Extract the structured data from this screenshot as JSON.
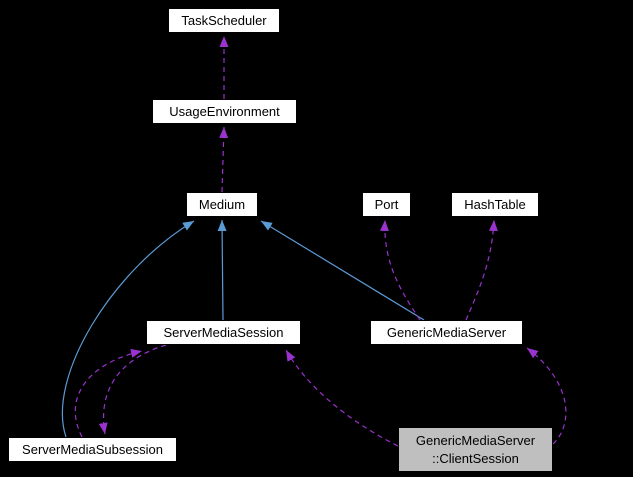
{
  "diagram": {
    "kind": "collaboration-graph",
    "nodes": [
      {
        "id": "task-scheduler",
        "label": "TaskScheduler",
        "selected": false
      },
      {
        "id": "usage-environment",
        "label": "UsageEnvironment",
        "selected": false
      },
      {
        "id": "medium",
        "label": "Medium",
        "selected": false
      },
      {
        "id": "port",
        "label": "Port",
        "selected": false
      },
      {
        "id": "hash-table",
        "label": "HashTable",
        "selected": false
      },
      {
        "id": "server-media-session",
        "label": "ServerMediaSession",
        "selected": false
      },
      {
        "id": "generic-media-server",
        "label": "GenericMediaServer",
        "selected": false
      },
      {
        "id": "server-media-subsession",
        "label": "ServerMediaSubsession",
        "selected": false
      },
      {
        "id": "generic-media-server-client-session",
        "label": "GenericMediaServer\n::ClientSession",
        "selected": true
      }
    ],
    "edges": [
      {
        "from": "usage-environment",
        "to": "task-scheduler",
        "style": "dashed"
      },
      {
        "from": "medium",
        "to": "usage-environment",
        "style": "dashed"
      },
      {
        "from": "server-media-session",
        "to": "medium",
        "style": "solid"
      },
      {
        "from": "generic-media-server",
        "to": "medium",
        "style": "solid"
      },
      {
        "from": "server-media-subsession",
        "to": "medium",
        "style": "solid"
      },
      {
        "from": "generic-media-server",
        "to": "port",
        "style": "dashed"
      },
      {
        "from": "generic-media-server",
        "to": "hash-table",
        "style": "dashed"
      },
      {
        "from": "server-media-subsession",
        "to": "server-media-session",
        "style": "dashed"
      },
      {
        "from": "server-media-session",
        "to": "server-media-subsession",
        "style": "dashed"
      },
      {
        "from": "generic-media-server-client-session",
        "to": "server-media-session",
        "style": "dashed"
      },
      {
        "from": "generic-media-server-client-session",
        "to": "generic-media-server",
        "style": "dashed"
      }
    ]
  },
  "colors": {
    "background": "#000000",
    "node-bg": "#ffffff",
    "node-border": "#000000",
    "node-text": "#000000",
    "selected-bg": "#bfbfbf",
    "edge-solid": "#5b9bd5",
    "edge-dashed": "#9a32cd"
  }
}
